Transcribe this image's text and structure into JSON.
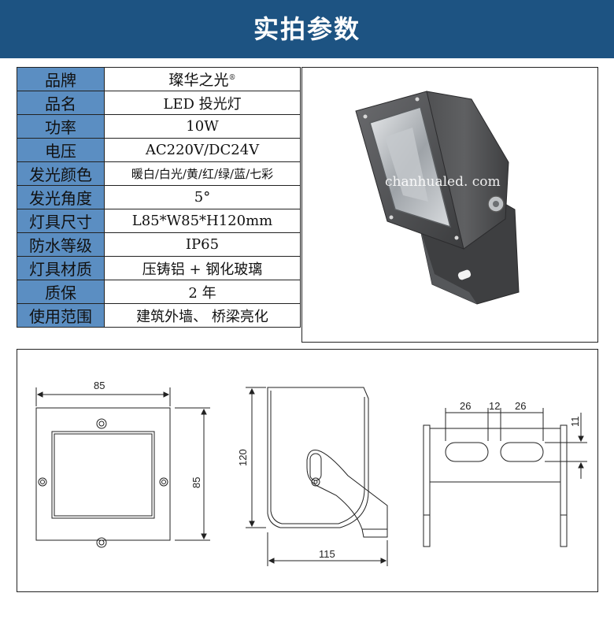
{
  "header": {
    "title": "实拍参数"
  },
  "specs": [
    {
      "label": "品牌",
      "value": "璨华之光",
      "mark": "®"
    },
    {
      "label": "品名",
      "value": "LED 投光灯"
    },
    {
      "label": "功率",
      "value": "10W"
    },
    {
      "label": "电压",
      "value": "AC220V/DC24V"
    },
    {
      "label": "发光颜色",
      "value": "暖白/白光/黄/红/绿/蓝/七彩"
    },
    {
      "label": "发光角度",
      "value": "5°"
    },
    {
      "label": "灯具尺寸",
      "value": "L85*W85*H120mm"
    },
    {
      "label": "防水等级",
      "value": "IP65"
    },
    {
      "label": "灯具材质",
      "value": "压铸铝 + 钢化玻璃"
    },
    {
      "label": "质保",
      "value": "2 年"
    },
    {
      "label": "使用范围",
      "value": "建筑外墙、 桥梁亮化"
    }
  ],
  "photo": {
    "watermark": "chanhualed. com"
  },
  "drawing": {
    "front": {
      "width": "85",
      "height": "85"
    },
    "side": {
      "height": "120",
      "depth": "115"
    },
    "bracket": {
      "slot1": "26",
      "gap": "12",
      "slot2": "26",
      "slot_height": "11"
    }
  },
  "colors": {
    "banner": "#1d5382",
    "label_cell": "#5b8ec2",
    "housing": "#4a4b4d"
  }
}
